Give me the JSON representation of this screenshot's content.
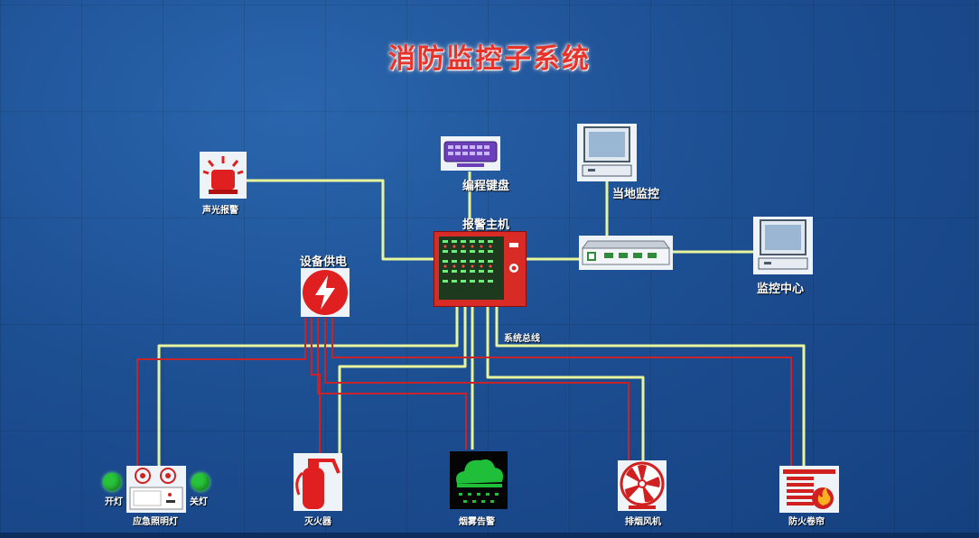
{
  "title": "消防监控子系统",
  "labels": {
    "alarm_light": "声光报警",
    "keyboard": "编程键盘",
    "local_monitor": "当地监控",
    "alarm_host": "报警主机",
    "power_supply": "设备供电",
    "monitor_center": "监控中心",
    "system_bus": "系统总线",
    "emergency_light": "应急照明灯",
    "light_on": "开灯",
    "light_off": "关灯",
    "extinguisher": "灭火器",
    "smoke_alarm": "烟雾告警",
    "exhaust_fan": "排烟风机",
    "fire_shutter": "防火卷帘"
  },
  "colors": {
    "signal_wire": "#e8f59a",
    "power_wire": "#c8232b",
    "title": "#e8332b",
    "led_green": "#27c43a"
  },
  "icons": [
    "siren-icon",
    "keyboard-icon",
    "computer-monitor-icon",
    "alarm-panel-icon",
    "lightning-icon",
    "network-switch-icon",
    "emergency-light-icon",
    "fire-extinguisher-icon",
    "smoke-cloud-icon",
    "fan-icon",
    "fire-shutter-icon"
  ]
}
